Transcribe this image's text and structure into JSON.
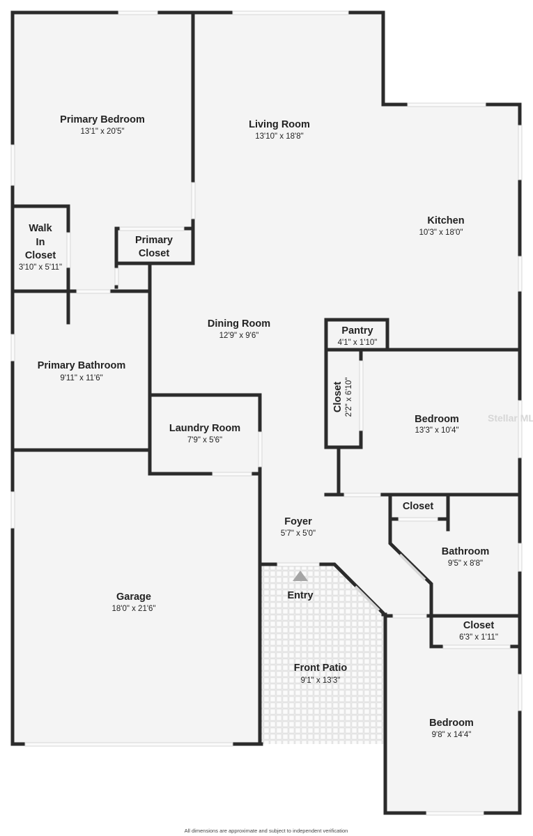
{
  "rooms": {
    "primary_bedroom": {
      "name": "Primary Bedroom",
      "dims": "13'1\" x 20'5\""
    },
    "living_room": {
      "name": "Living Room",
      "dims": "13'10\" x 18'8\""
    },
    "kitchen": {
      "name": "Kitchen",
      "dims": "10'3\" x 18'0\""
    },
    "walk_in_closet": {
      "name_lines": [
        "Walk",
        "In",
        "Closet"
      ],
      "dims": "3'10\" x 5'11\""
    },
    "primary_closet": {
      "name_lines": [
        "Primary",
        "Closet"
      ]
    },
    "dining_room": {
      "name": "Dining Room",
      "dims": "12'9\" x 9'6\""
    },
    "pantry": {
      "name": "Pantry",
      "dims": "4'1\" x 1'10\""
    },
    "primary_bathroom": {
      "name": "Primary Bathroom",
      "dims": "9'11\" x 11'6\""
    },
    "hall_closet": {
      "name": "Closet",
      "dims": "2'2\" x 6'10\""
    },
    "bedroom_2": {
      "name": "Bedroom",
      "dims": "13'3\" x 10'4\""
    },
    "laundry_room": {
      "name": "Laundry Room",
      "dims": "7'9\" x 5'6\""
    },
    "bath_closet": {
      "name": "Closet"
    },
    "foyer": {
      "name": "Foyer",
      "dims": "5'7\" x 5'0\""
    },
    "bathroom": {
      "name": "Bathroom",
      "dims": "9'5\" x 8'8\""
    },
    "entry": {
      "name": "Entry"
    },
    "garage": {
      "name": "Garage",
      "dims": "18'0\" x 21'6\""
    },
    "bedroom_closet": {
      "name": "Closet",
      "dims": "6'3\" x 1'11\""
    },
    "front_patio": {
      "name": "Front Patio",
      "dims": "9'1\" x 13'3\""
    },
    "bedroom_3": {
      "name": "Bedroom",
      "dims": "9'8\" x 14'4\""
    }
  },
  "watermark": "Stellar MLS",
  "footer": "All dimensions are approximate and subject to independent verification",
  "colors": {
    "wall": "#2b2b2b",
    "floor": "#f4f4f4",
    "window": "#d7d7d7",
    "entry_arrow": "#a5a5a5",
    "patio_tile": "#dcdcdc"
  }
}
